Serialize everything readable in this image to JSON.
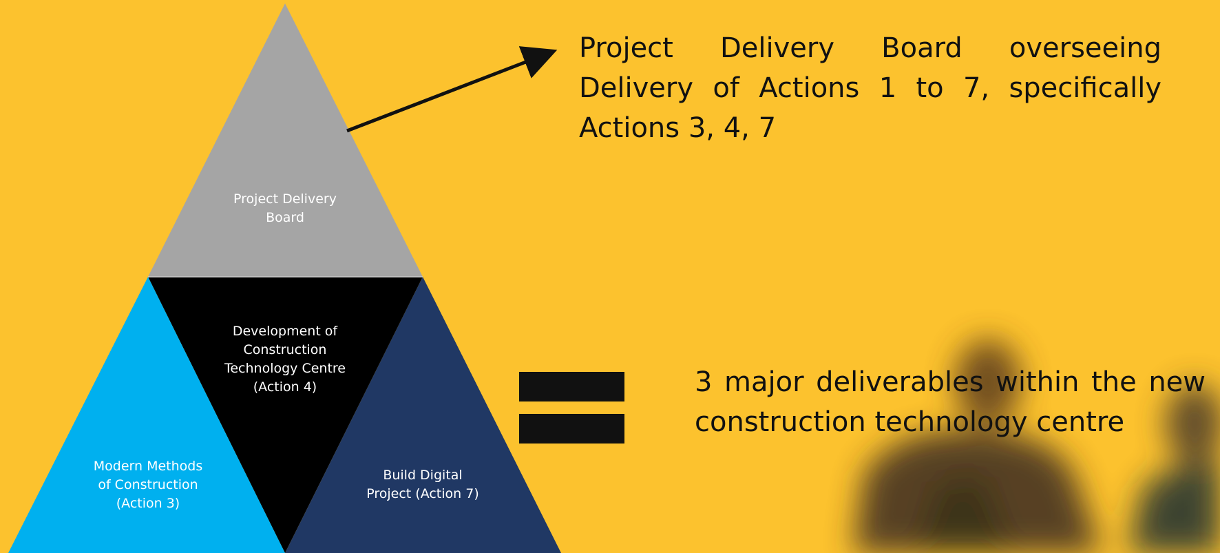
{
  "colors": {
    "background": "#FCC22E",
    "top_triangle": "#A5A5A5",
    "middle_triangle": "#000000",
    "left_triangle": "#00B0EF",
    "right_triangle": "#203864",
    "text_dark": "#111111"
  },
  "pyramid": {
    "top": "Project Delivery\nBoard",
    "middle": "Development of\nConstruction\nTechnology Centre\n(Action 4)",
    "left": "Modern Methods\nof Construction\n(Action 3)",
    "right": "Build Digital\nProject (Action 7)"
  },
  "callout_top": "Project Delivery Board overseeing Delivery of Actions 1 to 7, specifically Actions 3, 4, 7",
  "callout_bottom": "3 major deliverables within the new construction technology centre",
  "icons": [
    "arrow-icon",
    "equals-icon"
  ]
}
